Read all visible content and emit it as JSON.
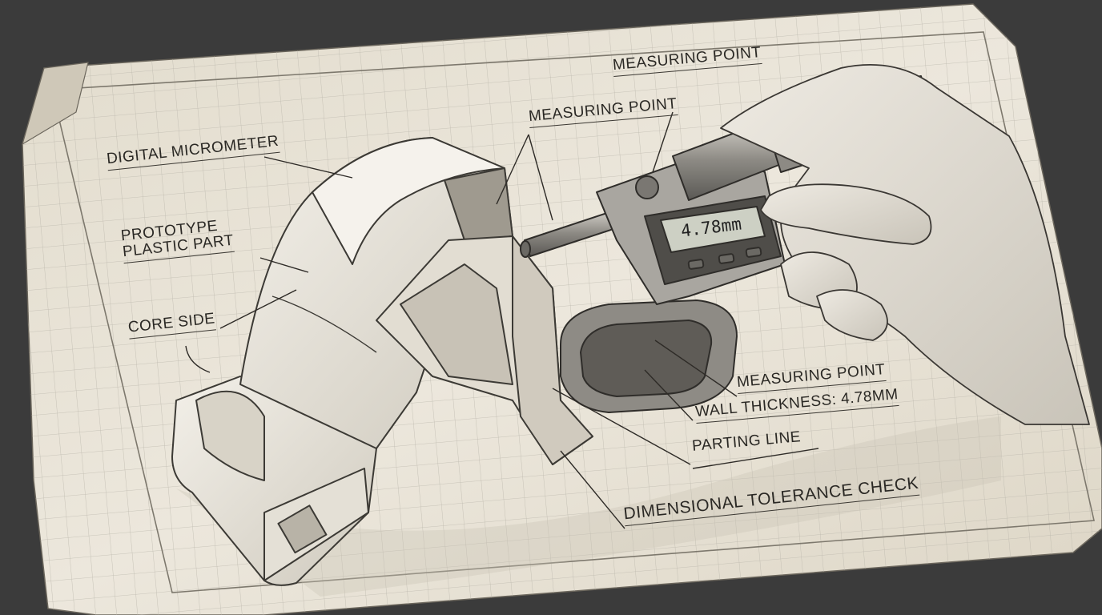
{
  "labels": {
    "measuring_point_top": "MEASURING POINT",
    "measuring_point_mid": "MEASURING POINT",
    "digital_micrometer": "DIGITAL MICROMETER",
    "prototype_line1": "PROTOTYPE",
    "prototype_line2": "PLASTIC PART",
    "core_side": "CORE SIDE",
    "measuring_point_right": "MEASURING POINT",
    "wall_thickness": "WALL THICKNESS: 4.78mm",
    "parting_line": "PARTING LINE",
    "dimensional_tolerance": "DIMENSIONAL TOLERANCE CHECK"
  },
  "micrometer": {
    "display_value": "4.78mm"
  },
  "colors": {
    "paper": "#e9e4d8",
    "ink": "#2a2824",
    "background": "#3b3b3b"
  }
}
